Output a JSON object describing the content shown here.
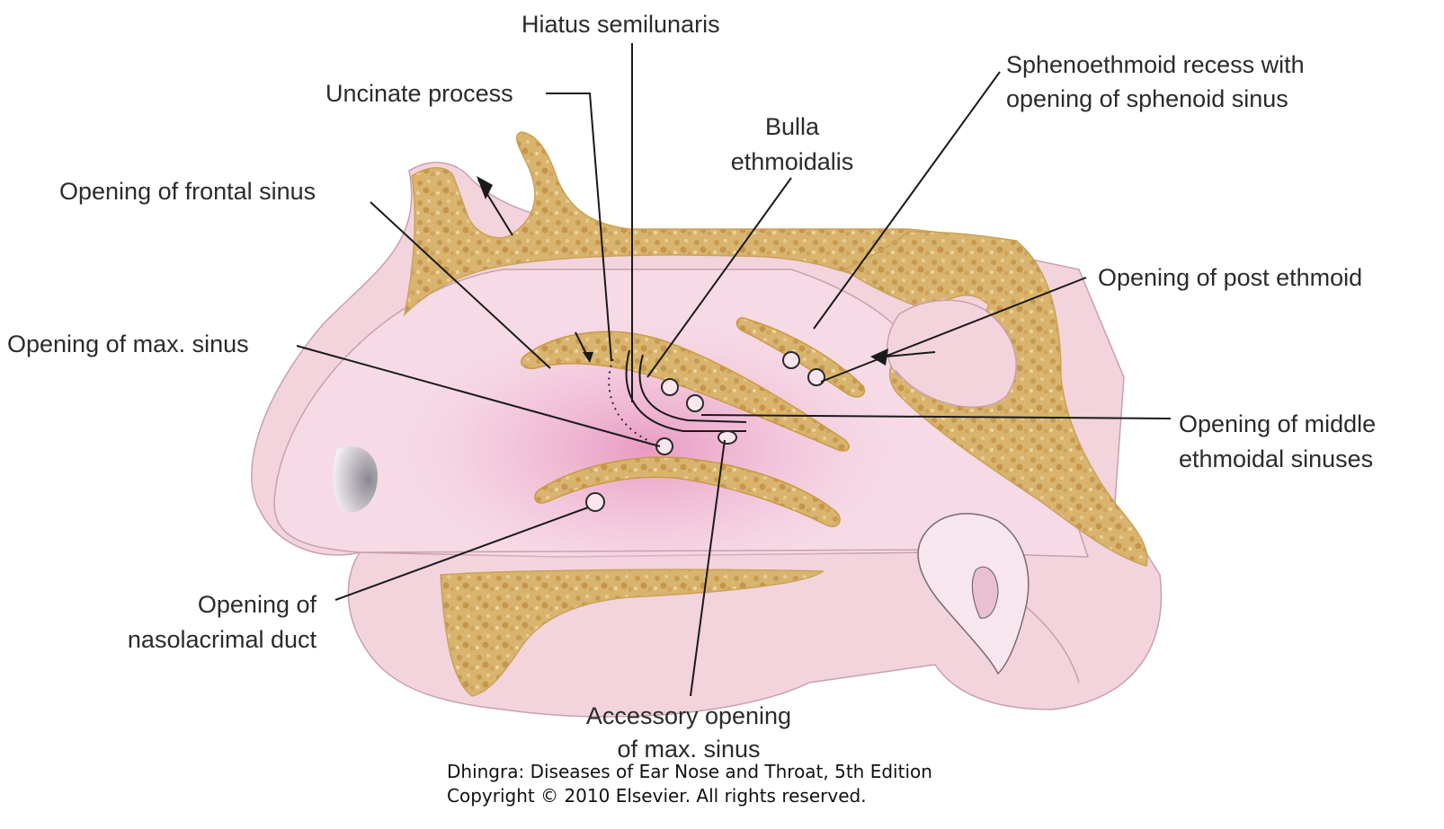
{
  "labels": {
    "hiatus_semilunaris": "Hiatus semilunaris",
    "uncinate_process": "Uncinate process",
    "bulla_line1": "Bulla",
    "bulla_line2": "ethmoidalis",
    "sphenoethmoid_line1": "Sphenoethmoid recess with",
    "sphenoethmoid_line2": "opening of sphenoid sinus",
    "frontal_sinus": "Opening of frontal sinus",
    "post_ethmoid": "Opening of post ethmoid",
    "max_sinus": "Opening of max. sinus",
    "middle_ethmoid_line1": "Opening of middle",
    "middle_ethmoid_line2": "ethmoidal sinuses",
    "nasolacrimal_line1": "Opening of",
    "nasolacrimal_line2": "nasolacrimal duct",
    "accessory_line1": "Accessory opening",
    "accessory_line2": "of max. sinus"
  },
  "credit": {
    "line1": "Dhingra: Diseases of Ear Nose and Throat, 5th Edition",
    "line2": "Copyright © 2010 Elsevier. All rights reserved."
  },
  "colors": {
    "background": "#ffffff",
    "mucosa": "#f3d4dc",
    "bone": "#d9b46e",
    "highlight": "#e9a6c6",
    "leader": "#1a1a1a"
  }
}
